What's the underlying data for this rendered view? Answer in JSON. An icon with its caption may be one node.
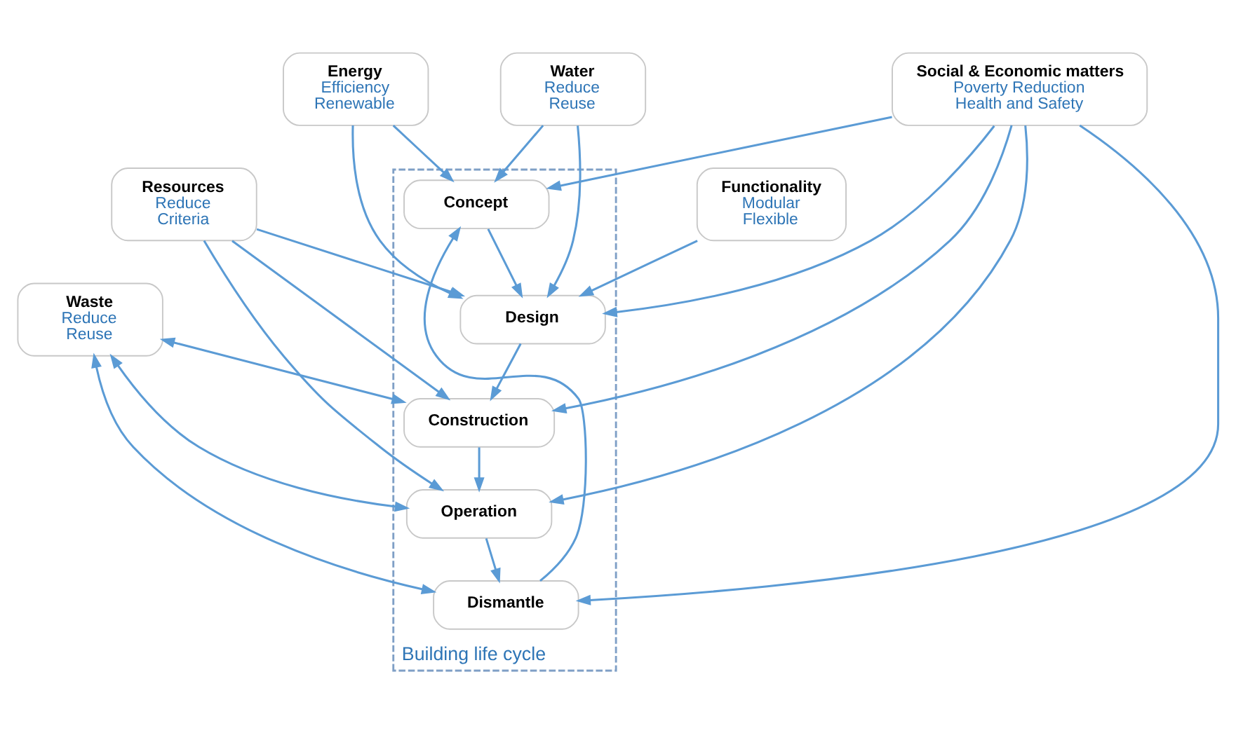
{
  "diagram": {
    "nodes": [
      {
        "text": [
          "Energy",
          "Efficiency",
          "Renewable"
        ]
      },
      {
        "text": [
          "Building life cycle"
        ]
      },
      {
        "text": [
          "Concept"
        ],
        "in": 1
      },
      {
        "text": [
          "Design"
        ],
        "in": 1
      },
      {
        "text": [
          "Construction"
        ],
        "in": 1
      },
      {
        "text": [
          "Operation"
        ],
        "in": 1
      },
      {
        "text": [
          "Dismantle"
        ],
        "in": 1
      },
      {
        "text": [
          "Functionality",
          "Modular",
          "Flexible"
        ]
      },
      {
        "text": [
          "Resources",
          "Reduce",
          "Criteria"
        ]
      },
      {
        "text": [
          "Water",
          "Reduce",
          "Reuse"
        ]
      },
      {
        "text": [
          "Social & Economic matters",
          "Poverty Reduction",
          "Health and Safety"
        ]
      },
      {
        "text": [
          "Waste",
          "Reduce",
          "Reuse"
        ]
      }
    ],
    "edges": [
      {
        "from": 0,
        "to": 2,
        "arrow": "to"
      },
      {
        "from": 0,
        "to": 3,
        "arrow": "to"
      },
      {
        "from": 6,
        "to": 2,
        "arrow": "to"
      },
      {
        "from": 9,
        "to": 2,
        "arrow": "to"
      },
      {
        "from": 9,
        "to": 3,
        "arrow": "to"
      },
      {
        "from": 2,
        "to": 3,
        "arrow": "to"
      },
      {
        "from": 3,
        "to": 4,
        "arrow": "to"
      },
      {
        "from": 4,
        "to": 5,
        "arrow": "to"
      },
      {
        "from": 5,
        "to": 6,
        "arrow": "to"
      },
      {
        "from": 7,
        "to": 3,
        "arrow": "to"
      },
      {
        "from": 8,
        "to": 3,
        "arrow": "to"
      },
      {
        "from": 8,
        "to": 4,
        "arrow": "to"
      },
      {
        "from": 8,
        "to": 5,
        "arrow": "to"
      },
      {
        "from": 10,
        "to": 2,
        "arrow": "to"
      },
      {
        "from": 10,
        "to": 3,
        "arrow": "to"
      },
      {
        "from": 10,
        "to": 4,
        "arrow": "to"
      },
      {
        "from": 10,
        "to": 5,
        "arrow": "to"
      },
      {
        "from": 10,
        "to": 6,
        "arrow": "to"
      },
      {
        "from": 11,
        "to": 4,
        "arrow": "both"
      },
      {
        "from": 11,
        "to": 5,
        "arrow": "both"
      },
      {
        "from": 11,
        "to": 6,
        "arrow": "both"
      }
    ]
  }
}
